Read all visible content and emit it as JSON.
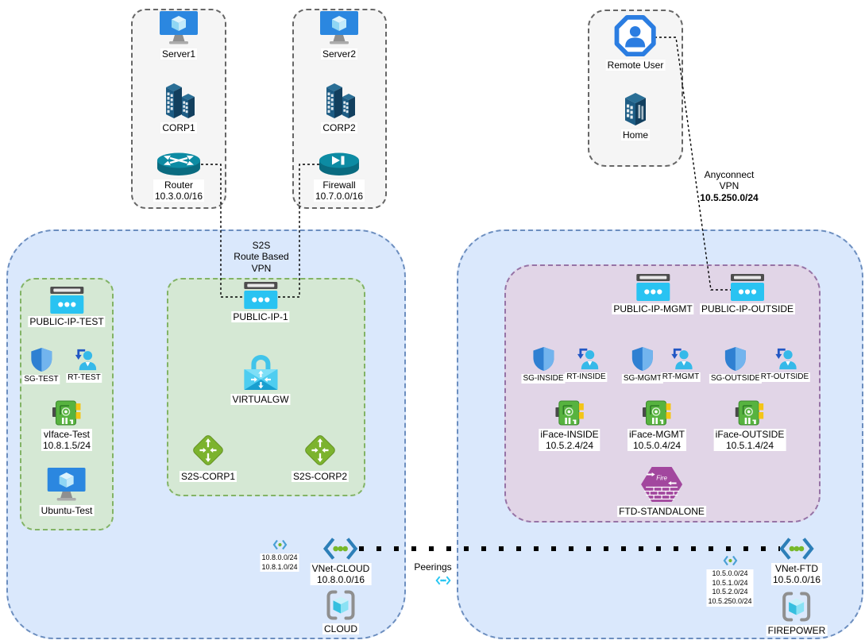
{
  "colors": {
    "vnet_box_fill": "#dae8fc",
    "vnet_box_border": "#6c8ebf",
    "green_box_fill": "#d5e8d4",
    "green_box_border": "#82b366",
    "purple_box_fill": "#e1d5e7",
    "purple_box_border": "#9673a6",
    "site_box_fill": "#f5f5f5",
    "site_box_border": "#666666",
    "connector": "#000000",
    "public_ip_icon": "#29c3f2",
    "shield_icon": "#2f80d2",
    "nic_icon": "#57b33f",
    "vpn_gateway_icon": "#2ab3e2",
    "s2s_icon": "#7cb32e",
    "ftd_icon": "#a2479e",
    "vnet_icon_brackets": "#2d7fb8",
    "vnet_icon_dots": "#77b82a"
  },
  "site1": {
    "server": "Server1",
    "corp": "CORP1",
    "edge": "Router",
    "cidr": "10.3.0.0/16"
  },
  "site2": {
    "server": "Server2",
    "corp": "CORP2",
    "edge": "Firewall",
    "cidr": "10.7.0.0/16"
  },
  "remote": {
    "user": "Remote User",
    "home": "Home"
  },
  "s2s_vpn_label": {
    "l1": "S2S",
    "l2": "Route Based",
    "l3": "VPN"
  },
  "anyconnect_label": {
    "l1": "Anyconnect",
    "l2": "VPN",
    "l3": "10.5.250.0/24"
  },
  "peerings_label": "Peerings",
  "vnet_cloud": {
    "test_subnet": {
      "public_ip": "PUBLIC-IP-TEST",
      "sg": "SG-TEST",
      "rt": "RT-TEST",
      "nic": "vIface-Test",
      "nic_ip": "10.8.1.5/24",
      "vm": "Ubuntu-Test"
    },
    "gateway_subnet": {
      "public_ip": "PUBLIC-IP-1",
      "gateway": "VIRTUALGW",
      "conn1": "S2S-CORP1",
      "conn2": "S2S-CORP2"
    },
    "subnets": [
      "10.8.0.0/24",
      "10.8.1.0/24"
    ],
    "name": "VNet-CLOUD",
    "cidr": "10.8.0.0/16",
    "cloud": "CLOUD"
  },
  "vnet_ftd": {
    "fw_subnet": {
      "public_ip_mgmt": "PUBLIC-IP-MGMT",
      "public_ip_outside": "PUBLIC-IP-OUTSIDE",
      "sg_inside": "SG-INSIDE",
      "rt_inside": "RT-INSIDE",
      "sg_mgmt": "SG-MGMT",
      "rt_mgmt": "RT-MGMT",
      "sg_outside": "SG-OUTSIDE",
      "rt_outside": "RT-OUTSIDE",
      "iface_inside": "iFace-INSIDE",
      "iface_inside_ip": "10.5.2.4/24",
      "iface_mgmt": "iFace-MGMT",
      "iface_mgmt_ip": "10.5.0.4/24",
      "iface_outside": "iFace-OUTSIDE",
      "iface_outside_ip": "10.5.1.4/24",
      "ftd": "FTD-STANDALONE"
    },
    "subnets": [
      "10.5.0.0/24",
      "10.5.1.0/24",
      "10.5.2.0/24",
      "10.5.250.0/24"
    ],
    "name": "VNet-FTD",
    "cidr": "10.5.0.0/16",
    "firepower": "FIREPOWER"
  }
}
